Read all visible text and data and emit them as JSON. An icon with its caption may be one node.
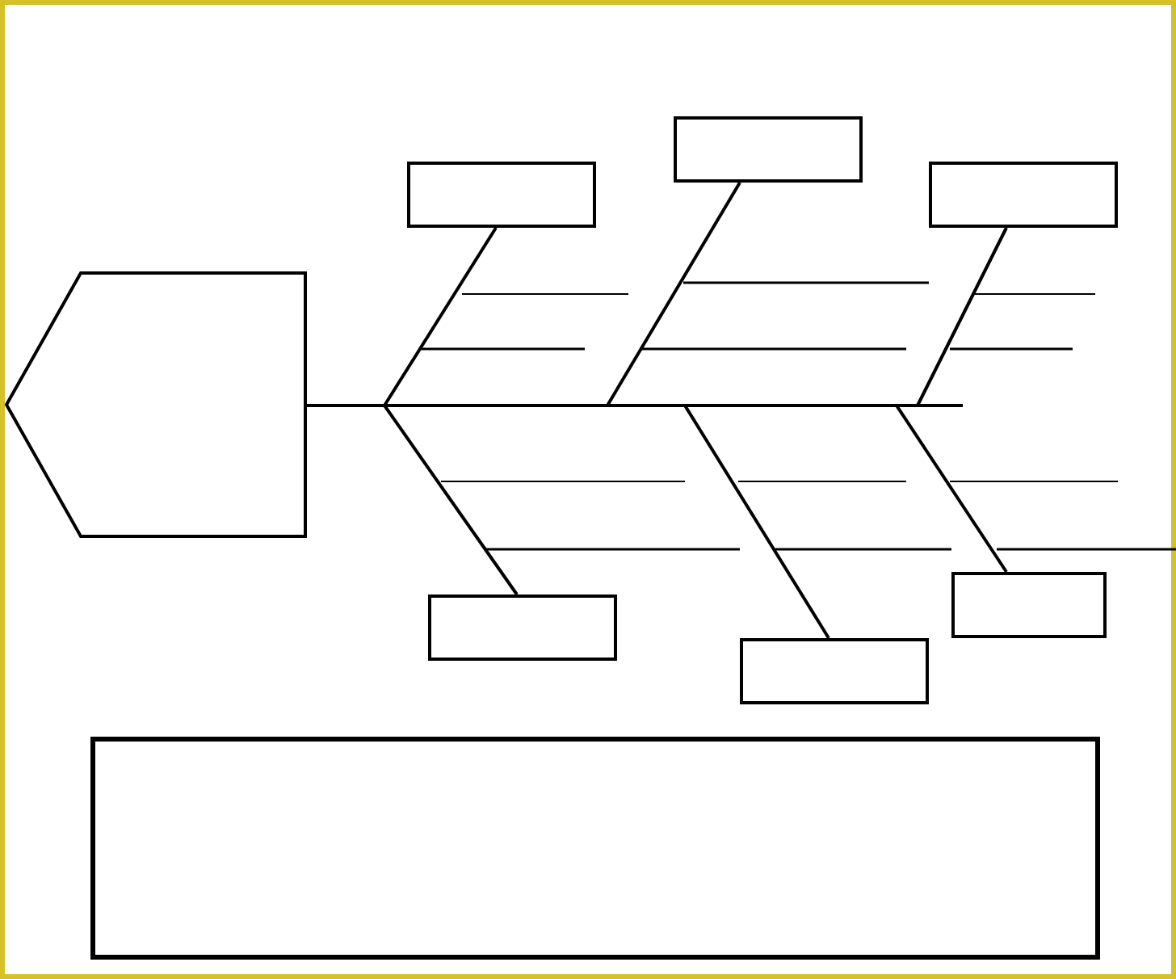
{
  "diagram": {
    "nodes": [
      {
        "text": [],
        "shape": "pentagon"
      },
      {
        "text": [],
        "shape": "box"
      },
      {
        "text": [],
        "shape": "box"
      },
      {
        "text": [],
        "shape": "box"
      },
      {
        "text": [],
        "shape": "box"
      },
      {
        "text": [],
        "shape": "box"
      },
      {
        "text": [],
        "shape": "box"
      },
      {
        "text": [],
        "shape": "box"
      }
    ],
    "edges": [
      {
        "from": 0,
        "to": null,
        "arrow": "none"
      },
      {
        "from": 1,
        "to": null,
        "arrow": "none"
      },
      {
        "from": 2,
        "to": null,
        "arrow": "none"
      },
      {
        "from": 3,
        "to": null,
        "arrow": "none"
      },
      {
        "from": 4,
        "to": null,
        "arrow": "none"
      },
      {
        "from": 5,
        "to": null,
        "arrow": "none"
      },
      {
        "from": 6,
        "to": null,
        "arrow": "none"
      }
    ]
  }
}
